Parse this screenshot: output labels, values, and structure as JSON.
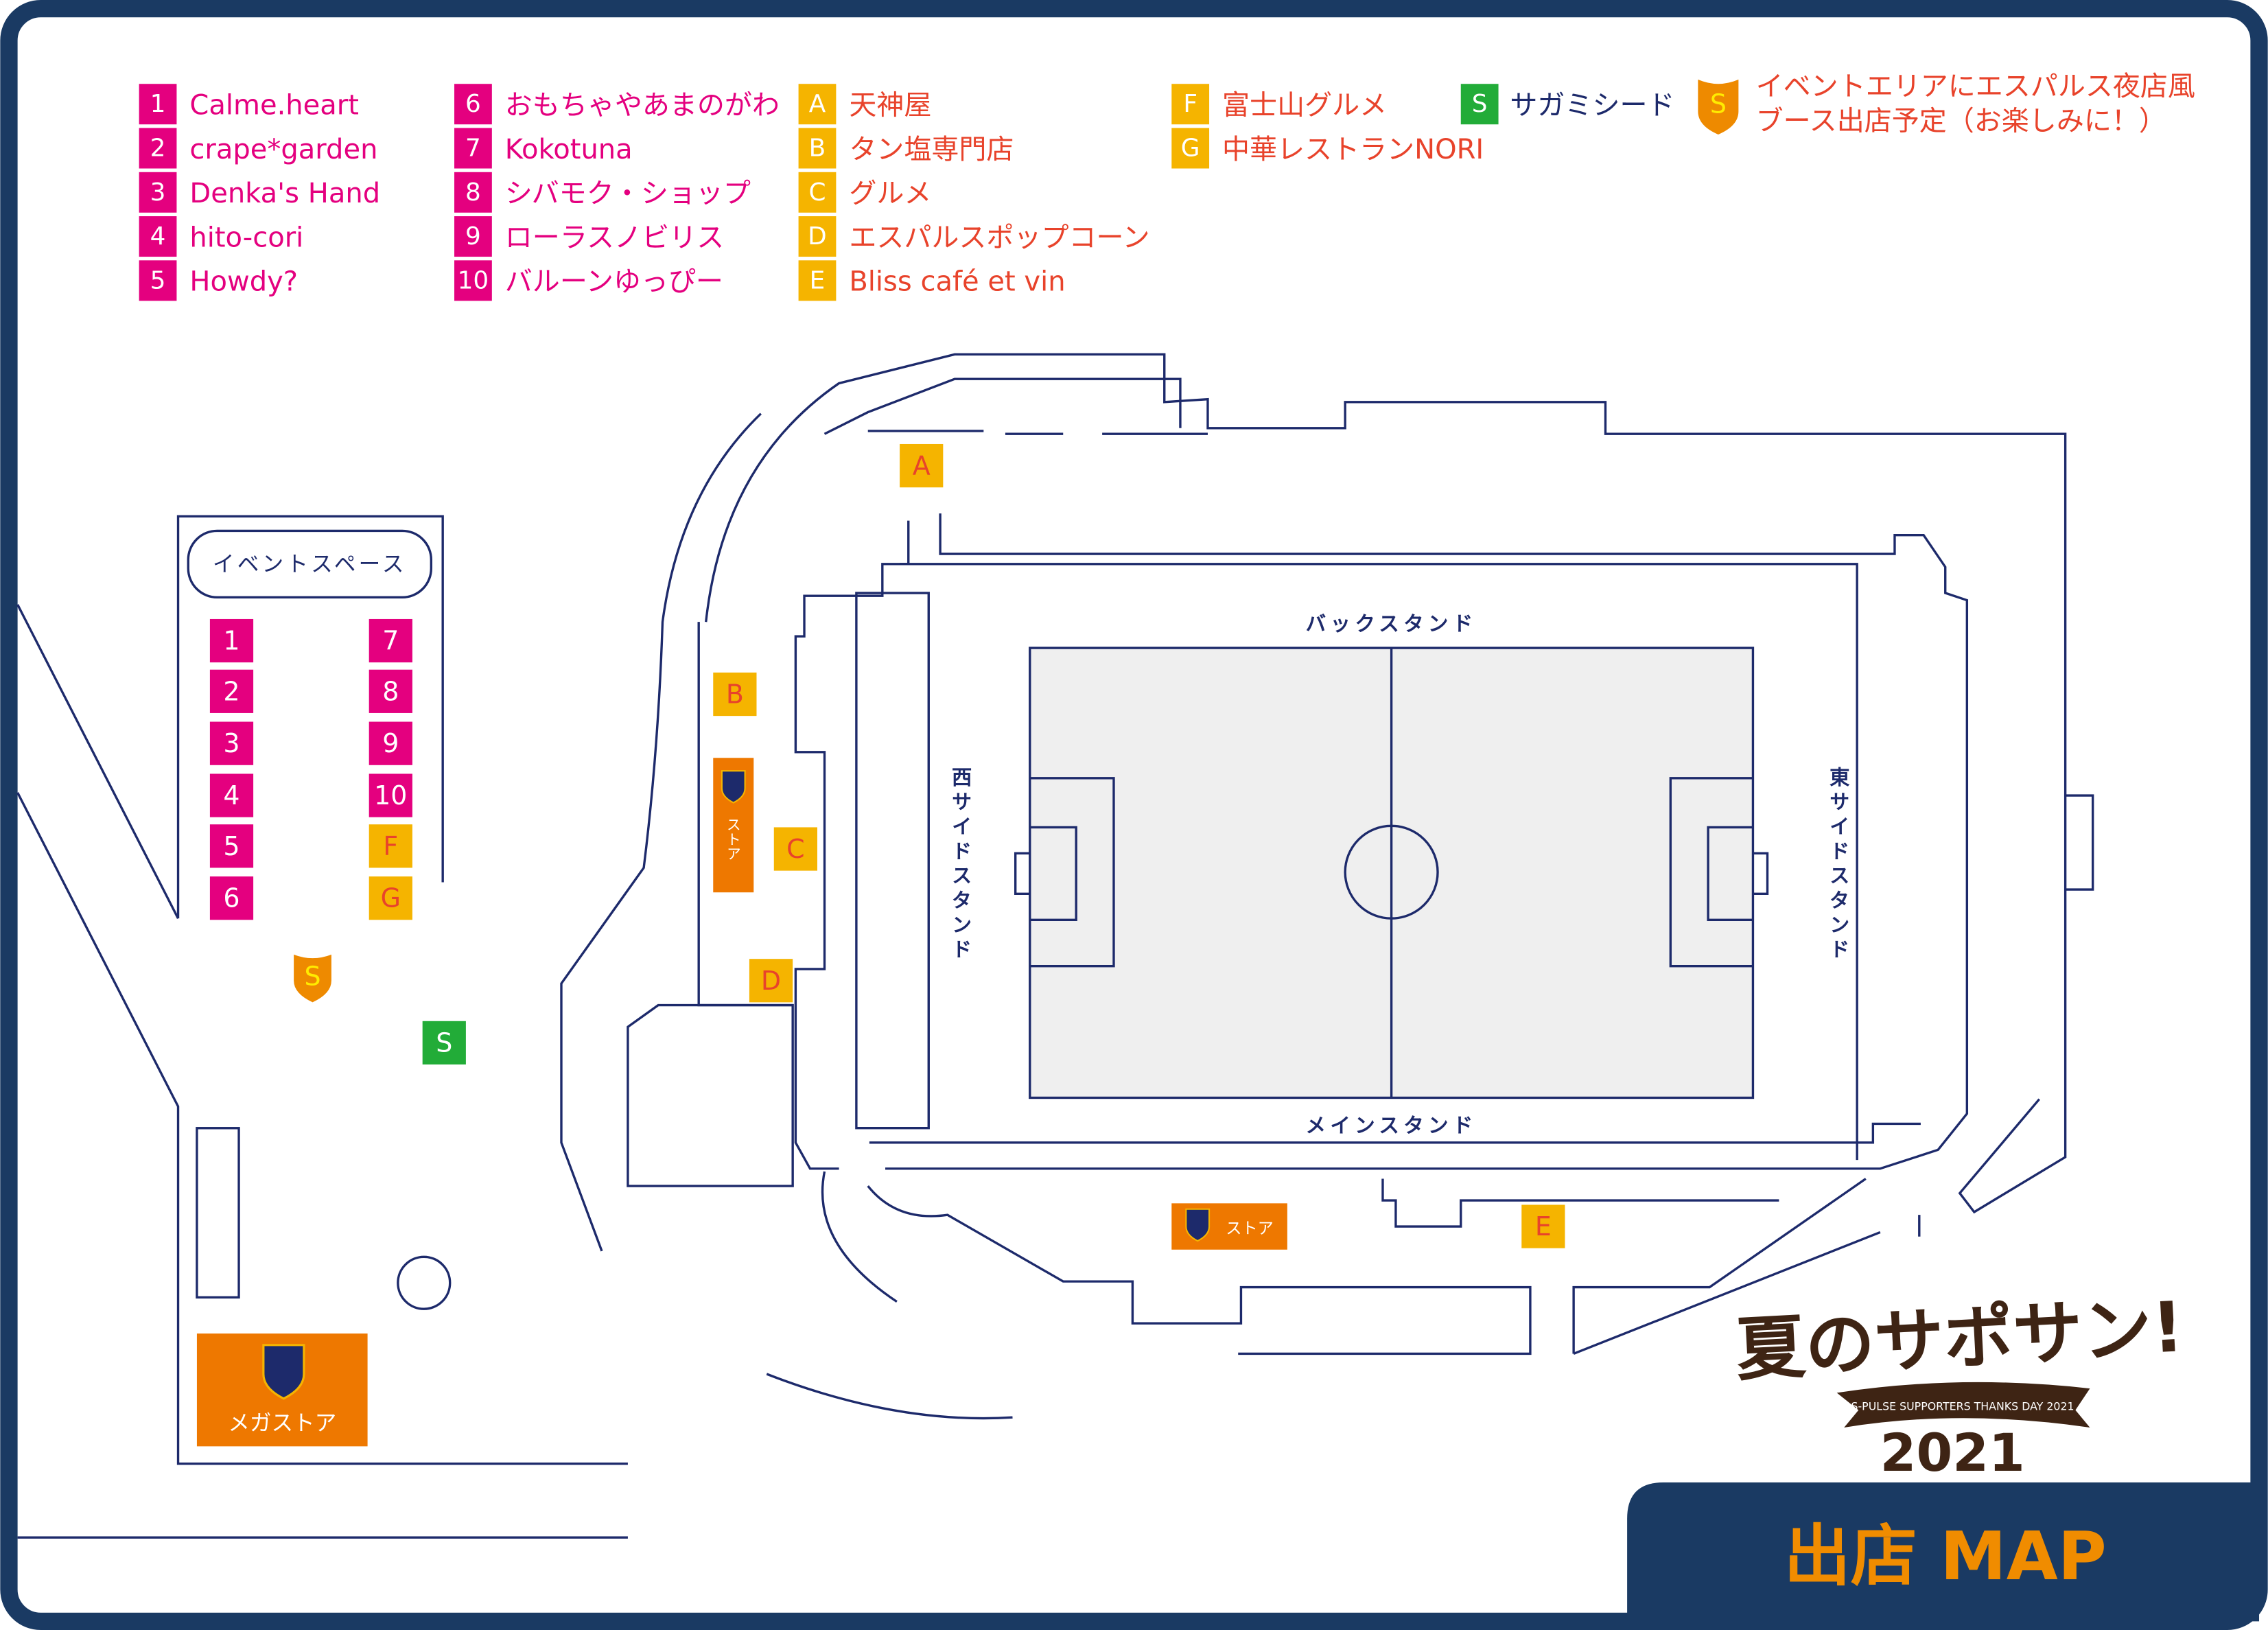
{
  "legend": {
    "shops": [
      {
        "key": "1",
        "name": "Calme.heart"
      },
      {
        "key": "2",
        "name": "crape*garden"
      },
      {
        "key": "3",
        "name": "Denka's Hand"
      },
      {
        "key": "4",
        "name": "hito-cori"
      },
      {
        "key": "5",
        "name": "Howdy?"
      },
      {
        "key": "6",
        "name": "おもちゃやあまのがわ"
      },
      {
        "key": "7",
        "name": "Kokotuna"
      },
      {
        "key": "8",
        "name": "シバモク・ショップ"
      },
      {
        "key": "9",
        "name": "ローラスノビリス"
      },
      {
        "key": "10",
        "name": "バルーンゆっぴー"
      }
    ],
    "food": [
      {
        "key": "A",
        "name": "天神屋"
      },
      {
        "key": "B",
        "name": "タン塩専門店"
      },
      {
        "key": "C",
        "name": "グルメ"
      },
      {
        "key": "D",
        "name": "エスパルスポップコーン"
      },
      {
        "key": "E",
        "name": "Bliss café et vin"
      },
      {
        "key": "F",
        "name": "富士山グルメ"
      },
      {
        "key": "G",
        "name": "中華レストランNORI"
      }
    ],
    "sponsor": {
      "key": "S",
      "name": "サガミシード"
    },
    "event_note": {
      "key": "S",
      "line1": "イベントエリアにエスパルス夜店風",
      "line2": "ブース出店予定（お楽しみに！）"
    }
  },
  "map": {
    "event_space": "イベントスペース",
    "back_stand": "バックスタンド",
    "main_stand": "メインスタンド",
    "west_stand": "西サイドスタンド",
    "east_stand": "東サイドスタンド",
    "store": "ストア",
    "mega_store": "メガストア"
  },
  "logo": {
    "title": "夏のサポサン!",
    "subtitle": "S-PULSE SUPPORTERS THANKS DAY 2021",
    "year": "2021"
  },
  "tab": {
    "label": "出店 MAP"
  },
  "colors": {
    "frame": "#1a3a63",
    "line": "#1d2a6b",
    "shop": "#e4007f",
    "food": "#f5b400",
    "store": "#ee7800",
    "sponsor": "#22ac38",
    "text": "#e8432b",
    "logo": "#3e2414"
  }
}
